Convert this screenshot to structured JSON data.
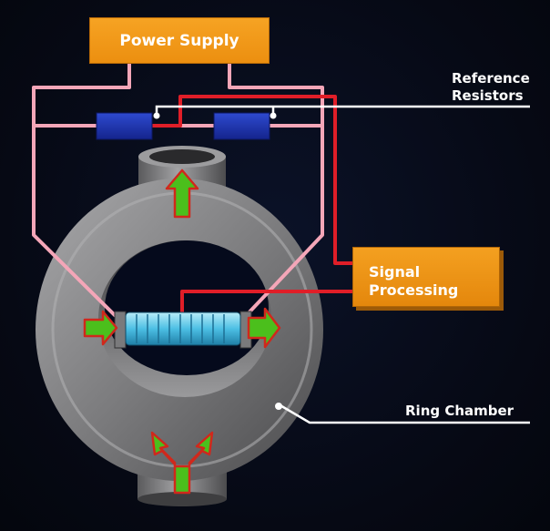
{
  "labels": {
    "power_supply": "Power Supply",
    "signal_processing_line1": "Signal",
    "signal_processing_line2": "Processing",
    "reference_resistors_line1": "Reference",
    "reference_resistors_line2": "Resistors",
    "ring_chamber": "Ring Chamber"
  },
  "colors": {
    "background": "#060914",
    "box_orange": "#f09a1a",
    "wire_pink": "#f4a6b8",
    "wire_red": "#e01e28",
    "resistor_blue": "#1d35b5",
    "arrow_green": "#4bbf1c",
    "arrow_outline": "#d0281c",
    "chamber_gray": "#8a8a8c",
    "sensor_cyan": "#5cc8e8"
  }
}
